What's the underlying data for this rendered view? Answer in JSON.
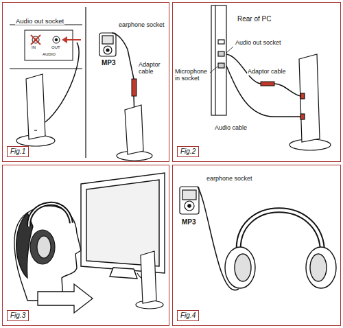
{
  "diagram": {
    "nodes": [
      {
        "text": [
          "Fig.1"
        ]
      },
      {
        "text": [
          "Fig.2"
        ]
      },
      {
        "text": [
          "Fig.3"
        ]
      },
      {
        "text": [
          "Fig.4"
        ]
      }
    ],
    "labels": [
      "Audio out socket",
      "IN",
      "OUT",
      "AUDIO",
      "earphone socket",
      "MP3",
      "Adaptor cable",
      "Rear of PC",
      "Audio out socket",
      "Microphone in socket",
      "Adaptor cable",
      "Audio cable",
      "earphone socket",
      "MP3"
    ]
  }
}
